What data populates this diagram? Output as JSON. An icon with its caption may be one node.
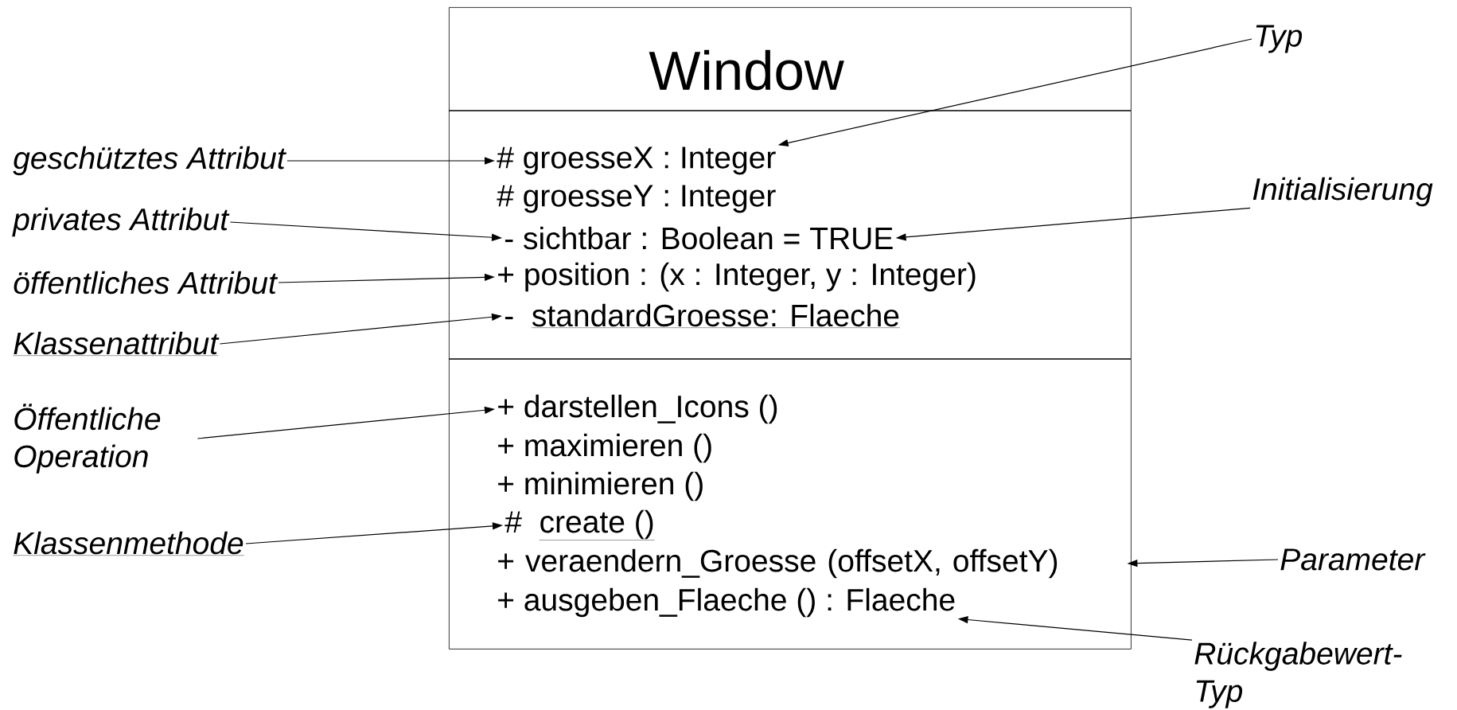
{
  "diagram": {
    "nodes": [
      {
        "text": [
          "Window"
        ]
      },
      {
        "text": [
          "# groesseX : Integer"
        ],
        "in": 0
      },
      {
        "text": [
          "# groesseY : Integer"
        ],
        "in": 0
      },
      {
        "text": [
          "- sichtbar : Boolean = TRUE"
        ],
        "in": 0
      },
      {
        "text": [
          "+ position : (x : Integer, y : Integer)"
        ],
        "in": 0
      },
      {
        "text": [
          "-",
          "standardGroesse: Flaeche"
        ],
        "in": 0
      },
      {
        "text": [
          "+  darstellen_Icons ()"
        ],
        "in": 0
      },
      {
        "text": [
          "+  maximieren ()"
        ],
        "in": 0
      },
      {
        "text": [
          "+ minimieren ()"
        ],
        "in": 0
      },
      {
        "text": [
          "#",
          "create ()"
        ],
        "in": 0
      },
      {
        "text": [
          "+ veraendern_Groesse (offsetX, offsetY)"
        ],
        "in": 0
      },
      {
        "text": [
          "+ ausgeben_Flaeche () : Flaeche"
        ],
        "in": 0
      },
      {
        "text": [
          "geschütztes Attribut"
        ]
      },
      {
        "text": [
          "privates Attribut"
        ]
      },
      {
        "text": [
          "öffentliches Attribut"
        ]
      },
      {
        "text": [
          "Klassenattribut"
        ]
      },
      {
        "text": [
          "Öffentliche Operation"
        ]
      },
      {
        "text": [
          "Klassenmethode"
        ]
      },
      {
        "text": [
          "Typ"
        ]
      },
      {
        "text": [
          "Initialisierung"
        ]
      },
      {
        "text": [
          "Parameter"
        ]
      },
      {
        "text": [
          "Rückgabewert-Typ"
        ]
      }
    ],
    "edges": [
      {
        "from": 12,
        "to": 1,
        "arrow": "to"
      },
      {
        "from": 13,
        "to": 3,
        "arrow": "to"
      },
      {
        "from": 14,
        "to": 4,
        "arrow": "to"
      },
      {
        "from": 15,
        "to": 5,
        "arrow": "to"
      },
      {
        "from": 16,
        "to": 6,
        "arrow": "to"
      },
      {
        "from": 17,
        "to": 9,
        "arrow": "to"
      },
      {
        "from": 18,
        "to": 1,
        "arrow": "to"
      },
      {
        "from": 19,
        "to": 3,
        "arrow": "to"
      },
      {
        "from": 20,
        "to": 10,
        "arrow": "to"
      },
      {
        "from": 21,
        "to": 11,
        "arrow": "to"
      }
    ]
  }
}
